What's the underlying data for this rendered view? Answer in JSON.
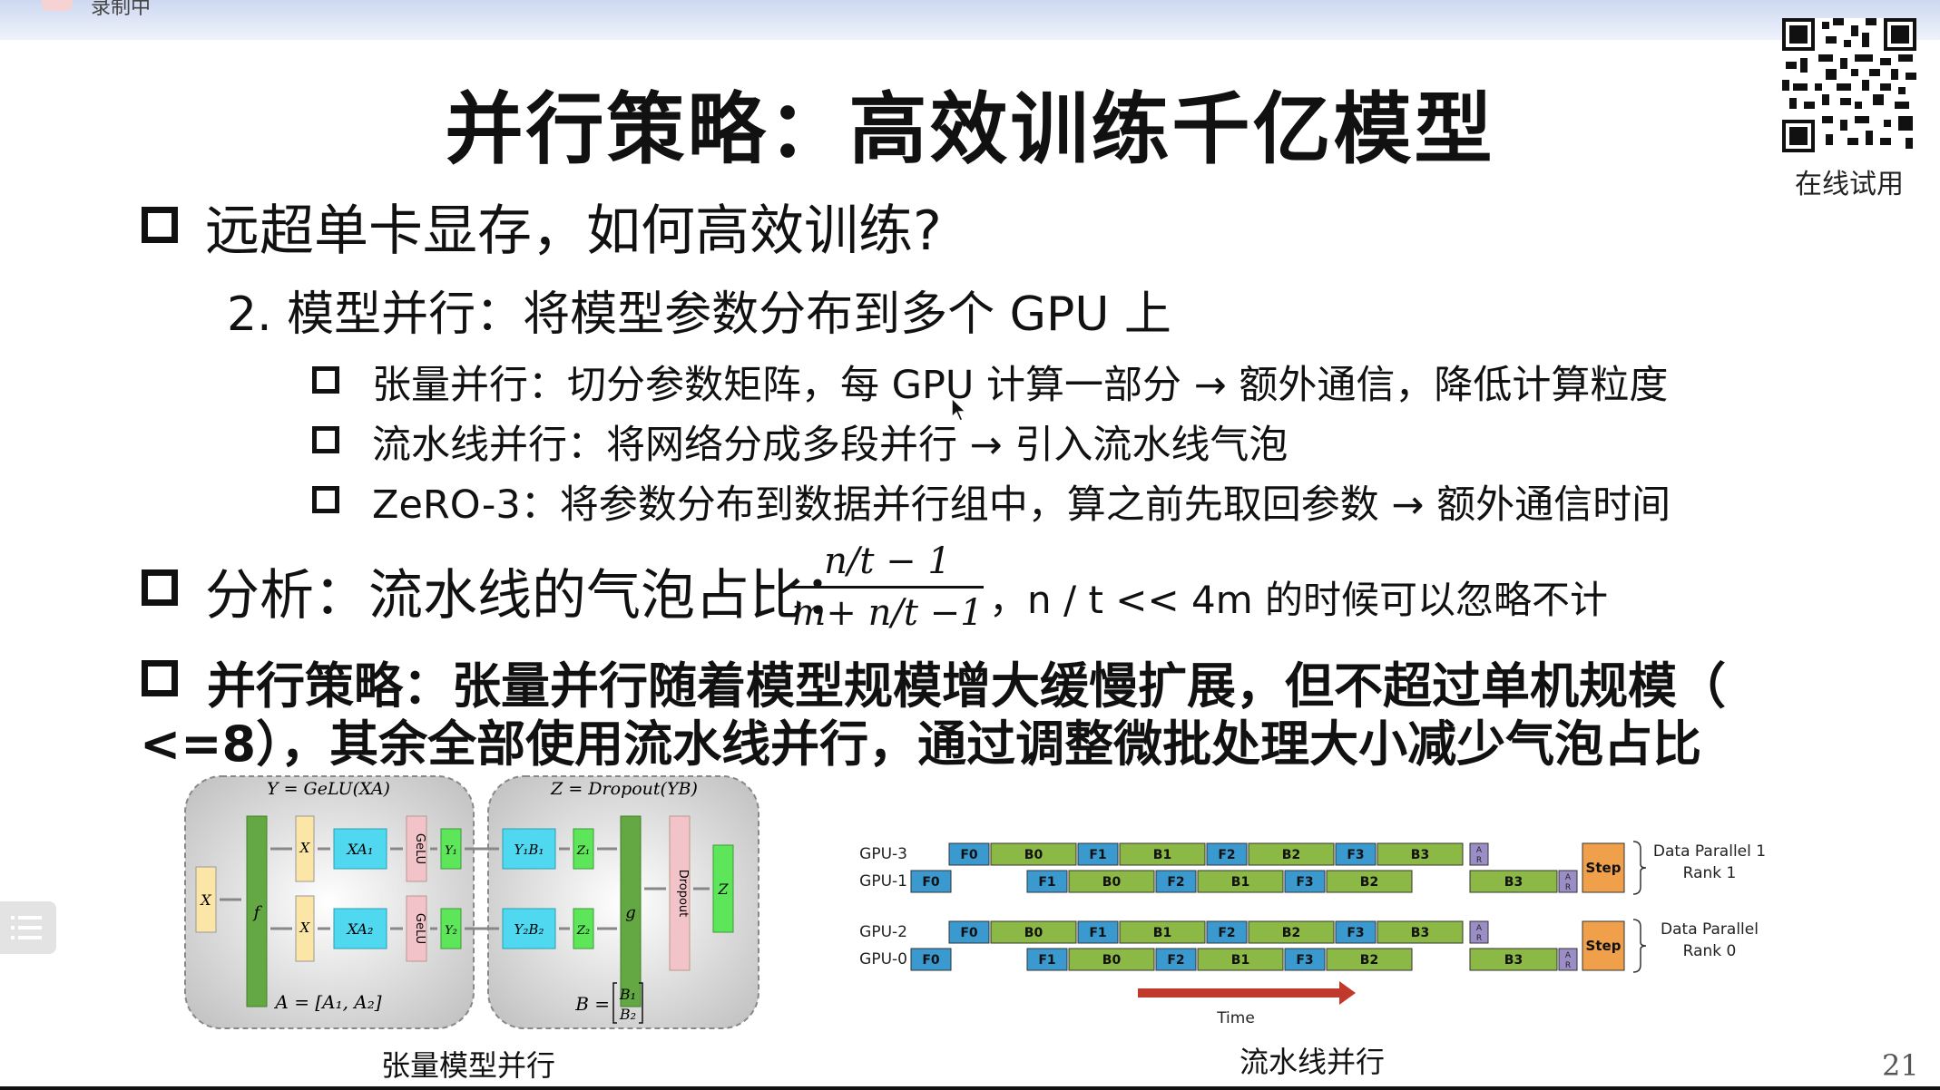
{
  "topbar": {
    "recording_label": "录制中"
  },
  "title": "并行策略：高效训练千亿模型",
  "qr": {
    "label": "在线试用"
  },
  "bullets": {
    "b1": "远超单卡显存，如何高效训练?",
    "sub": "2. 模型并行：将模型参数分布到多个 GPU 上",
    "sub_items": [
      "张量并行：切分参数矩阵，每 GPU 计算一部分 → 额外通信，降低计算粒度",
      "流水线并行：将网络分成多段并行 → 引入流水线气泡",
      "ZeRO-3：将参数分布到数据并行组中，算之前先取回参数 → 额外通信时间"
    ],
    "analysis_label": "分析：流水线的气泡占比：",
    "formula_num": "n/t − 1",
    "formula_den": "m+ n/t −1",
    "analysis_tail": "，n / t << 4m 的时候可以忽略不计",
    "strategy_line1": "并行策略：张量并行随着模型规模增大缓慢扩展，但不超过单机规模（",
    "strategy_line2": "<=8），其余全部使用流水线并行，通过调整微批处理大小减少气泡占比"
  },
  "tensor_figure": {
    "caption": "张量模型并行",
    "left_formula": "Y = GeLU(XA)",
    "right_formula": "Z = Dropout(YB)",
    "left_bottom": "A = [A₁, A₂]",
    "right_bottom_prefix": "B =",
    "right_bottom_b1": "B₁",
    "right_bottom_b2": "B₂",
    "x": "X",
    "f": "f",
    "g": "g",
    "z": "Z",
    "xa1": "XA₁",
    "xa2": "XA₂",
    "gelu": "GeLU",
    "y1": "Y₁",
    "y2": "Y₂",
    "yb1": "Y₁B₁",
    "yb2": "Y₂B₂",
    "z1": "Z₁",
    "z2": "Z₂",
    "dropout": "Dropout"
  },
  "pipeline_figure": {
    "caption": "流水线并行",
    "time_label": "Time",
    "group1_label": [
      "Data Parallel 1",
      "Rank 1"
    ],
    "group0_label": [
      "Data Parallel",
      "Rank 0"
    ],
    "rows": [
      {
        "label": "GPU-3",
        "blocks": [
          "F0",
          "B0",
          "F1",
          "B1",
          "F2",
          "B2",
          "F3",
          "B3",
          "A R"
        ]
      },
      {
        "label": "GPU-1",
        "blocks": [
          "F0",
          "F1",
          "B0",
          "F2",
          "B1",
          "F3",
          "B2",
          "B3",
          "A R"
        ]
      },
      {
        "label": "GPU-2",
        "blocks": [
          "F0",
          "B0",
          "F1",
          "B1",
          "F2",
          "B2",
          "F3",
          "B3",
          "A R"
        ]
      },
      {
        "label": "GPU-0",
        "blocks": [
          "F0",
          "F1",
          "B0",
          "F2",
          "B1",
          "F3",
          "B2",
          "B3",
          "A R"
        ]
      }
    ],
    "step_label": "Step",
    "colors": {
      "forward": "#3a9ad0",
      "backward": "#8cb845",
      "allreduce": "#9b8ec7",
      "step": "#f0a04b"
    }
  },
  "page_number": "21"
}
